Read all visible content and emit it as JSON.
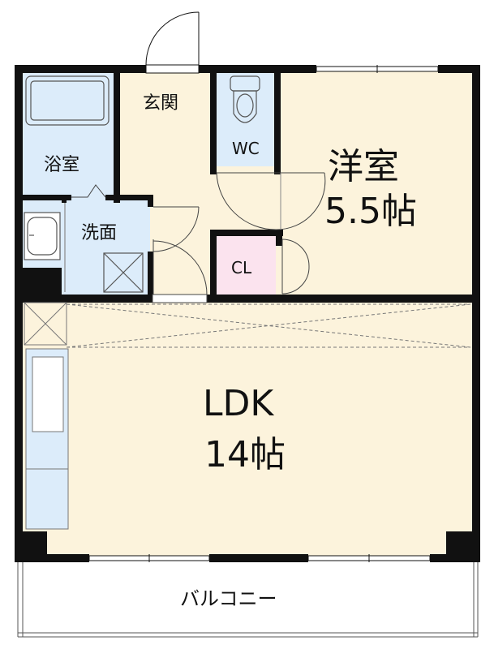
{
  "rooms": {
    "entrance": "玄関",
    "bath": "浴室",
    "washroom": "洗面",
    "wc": "WC",
    "closet": "CL",
    "western_room": {
      "name": "洋室",
      "size": "5.5帖"
    },
    "ldk": {
      "name": "LDK",
      "size": "14帖"
    },
    "balcony": "バルコニー"
  },
  "colors": {
    "floor": "#fcf3dc",
    "wet_area": "#dcecfa",
    "closet": "#fbe3ee",
    "wall": "#111111"
  }
}
